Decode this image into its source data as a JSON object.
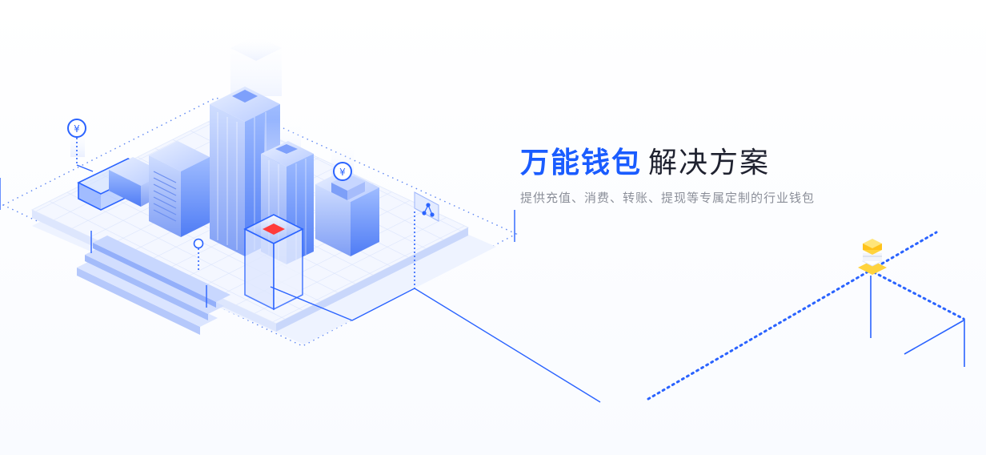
{
  "hero": {
    "title_primary": "万能钱包",
    "title_secondary": "解决方案",
    "subtitle": "提供充值、消费、转账、提现等专属定制的行业钱包"
  },
  "icons": {
    "coin": "yen-coin-icon",
    "network": "network-node-icon",
    "stack": "coin-stack-icon",
    "currency_symbol": "¥"
  },
  "colors": {
    "accent": "#1a5cff",
    "title_dark": "#1f2230",
    "subtitle": "#8b8f99",
    "highlight_red": "#ff3b3b",
    "highlight_gold": "#ffd33d"
  }
}
